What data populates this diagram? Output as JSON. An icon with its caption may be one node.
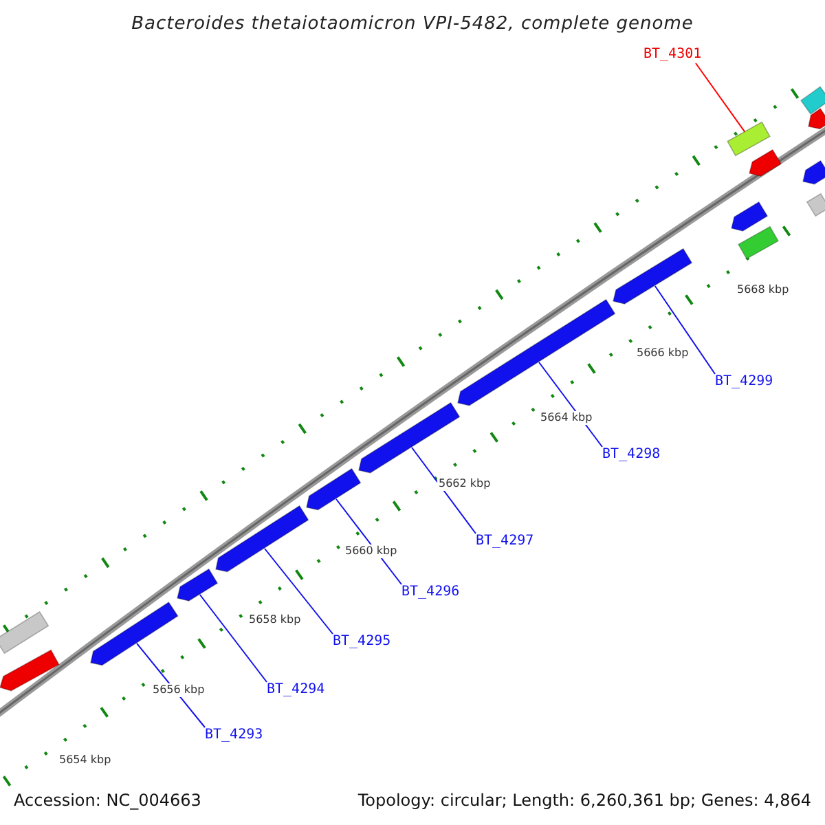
{
  "diagram": {
    "title": "Bacteroides thetaiotaomicron VPI-5482, complete genome",
    "nodes": [
      {
        "text": [
          "BT_4301"
        ]
      },
      {
        "text": [],
        "shape": "bar"
      },
      {
        "text": [
          "BT_4299"
        ]
      },
      {
        "text": [
          "BT_4298"
        ]
      },
      {
        "text": [
          "BT_4297"
        ]
      },
      {
        "text": [
          "BT_4296"
        ]
      },
      {
        "text": [
          "BT_4295"
        ]
      },
      {
        "text": [
          "BT_4294"
        ]
      },
      {
        "text": [
          "BT_4293"
        ]
      },
      {
        "text": [],
        "shape": "bar"
      },
      {
        "text": [],
        "shape": "bar"
      },
      {
        "text": [],
        "shape": "bar"
      },
      {
        "text": [],
        "shape": "bar"
      },
      {
        "text": [],
        "shape": "bar"
      },
      {
        "text": [],
        "shape": "bar"
      },
      {
        "text": [],
        "shape": "bar"
      }
    ],
    "edges": [
      {
        "from": 0,
        "to": 1,
        "arrow": "none",
        "color": "#ff0000"
      },
      {
        "from": 8,
        "to": 9,
        "arrow": "none"
      },
      {
        "from": 7,
        "to": 10,
        "arrow": "none"
      },
      {
        "from": 6,
        "to": 11,
        "arrow": "none"
      },
      {
        "from": 5,
        "to": 12,
        "arrow": "none"
      },
      {
        "from": 4,
        "to": 13,
        "arrow": "none"
      },
      {
        "from": 3,
        "to": 14,
        "arrow": "none"
      },
      {
        "from": 2,
        "to": 15,
        "arrow": "none"
      }
    ],
    "labels": [
      "5668 kbp",
      "5666 kbp",
      "5664 kbp",
      "5662 kbp",
      "5660 kbp",
      "5658 kbp",
      "5656 kbp",
      "5654 kbp",
      "Accession: NC_004663",
      "Topology: circular; Length: 6,260,361 bp; Genes: 4,864"
    ]
  }
}
